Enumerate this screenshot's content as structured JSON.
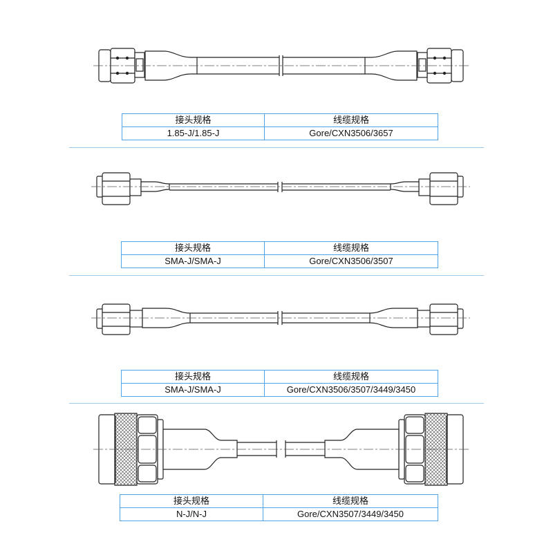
{
  "headers": {
    "connector": "接头规格",
    "cable": "线缆规格"
  },
  "sections": [
    {
      "connector": "1.85-J/1.85-J",
      "cable": "Gore/CXN3506/3657"
    },
    {
      "connector": "SMA-J/SMA-J",
      "cable": "Gore/CXN3506/3507"
    },
    {
      "connector": "SMA-J/SMA-J",
      "cable": "Gore/CXN3506/3507/3449/3450"
    },
    {
      "connector": "N-J/N-J",
      "cable": "Gore/CXN3507/3449/3450"
    }
  ],
  "colors": {
    "line": "#222222",
    "table_border": "#4da3e6",
    "separator": "#9cc8ea"
  }
}
